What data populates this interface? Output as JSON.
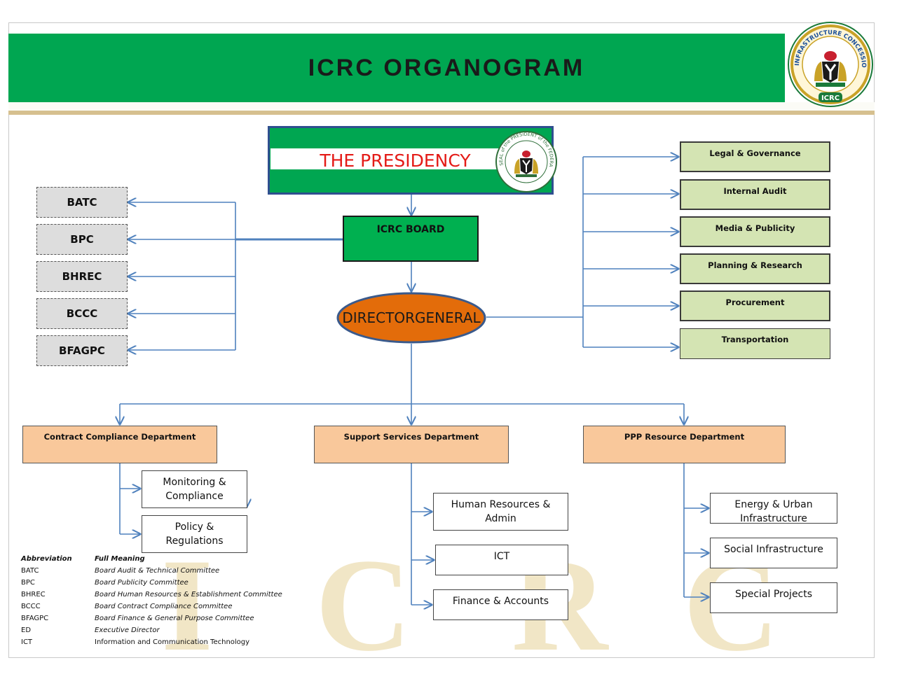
{
  "title": "ICRC ORGANOGRAM",
  "logo": {
    "ring_text": "INFRASTRUCTURE CONCESSION REGULATORY COMMISSION",
    "badge": "ICRC"
  },
  "watermark": [
    "I",
    "C",
    "R",
    "C"
  ],
  "presidency": {
    "label": "THE PRESIDENCY",
    "seal_text": "SEAL of the PRESIDENT of the FEDERAL REPUBLIC of NIGERIA"
  },
  "board": {
    "label": "ICRC BOARD"
  },
  "director_general": {
    "line1": "DIRECTOR",
    "line2": "GENERAL"
  },
  "committees": [
    "BATC",
    "BPC",
    "BHREC",
    "BCCC",
    "BFAGPC"
  ],
  "units": [
    "Legal & Governance",
    "Internal Audit",
    "Media & Publicity",
    "Planning & Research",
    "Procurement",
    "Transportation"
  ],
  "departments": {
    "contract": {
      "label": "Contract Compliance Department",
      "subs": [
        {
          "line1": "Monitoring  &",
          "line2": "Compliance"
        },
        {
          "line1": "Policy &",
          "line2": "Regulations"
        }
      ]
    },
    "support": {
      "label": "Support Services Department",
      "subs": [
        {
          "line1": "Human Resources &",
          "line2": "Admin"
        },
        {
          "line1": "ICT",
          "line2": ""
        },
        {
          "line1": "Finance & Accounts",
          "line2": ""
        }
      ]
    },
    "ppp": {
      "label": "PPP Resource Department",
      "subs": [
        {
          "line1": "Energy & Urban",
          "line2": "Infrastructure"
        },
        {
          "line1": "Social Infrastructure",
          "line2": ""
        },
        {
          "line1": "Special Projects",
          "line2": ""
        }
      ]
    }
  },
  "legend": {
    "heading_abbr": "Abbreviation",
    "heading_full": "Full Meaning",
    "rows": [
      {
        "abbr": "BATC",
        "full": "Board Audit & Technical Committee"
      },
      {
        "abbr": "BPC",
        "full": "Board Publicity Committee"
      },
      {
        "abbr": "BHREC",
        "full": "Board Human Resources & Establishment Committee"
      },
      {
        "abbr": "BCCC",
        "full": "Board Contract Compliance Committee"
      },
      {
        "abbr": "BFAGPC",
        "full": "Board Finance & General Purpose Committee"
      },
      {
        "abbr": "ED",
        "full": "Executive Director"
      },
      {
        "abbr": "ICT",
        "full": "Information and Communication Technology"
      }
    ]
  },
  "colors": {
    "header_green": "#00a651",
    "board_green": "#00b050",
    "dg_orange": "#e36c0a",
    "unit_green": "#d4e4b3",
    "dept_peach": "#f9c89b",
    "committee_grey": "#dddddd",
    "connector_blue": "#4f81bd",
    "presidency_red": "#e41b17"
  }
}
